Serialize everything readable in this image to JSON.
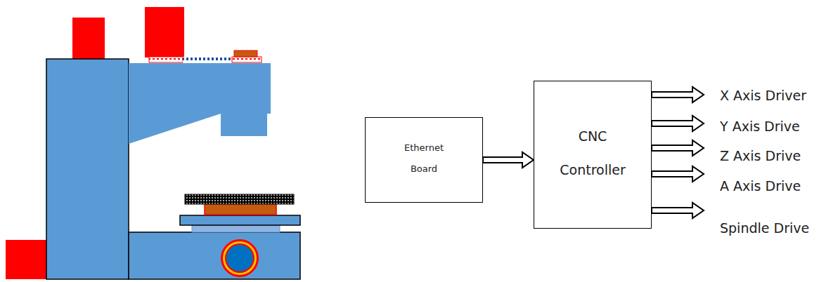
{
  "diagram": {
    "nodes": [
      {
        "text": [
          "Ethernet Board"
        ]
      },
      {
        "text": [
          "CNC Controller"
        ]
      }
    ],
    "edges": [
      {
        "from": 0,
        "to": 1,
        "arrow": "to"
      }
    ],
    "labels": [
      "X Axis Driver",
      "Y Axis Drive",
      "Z Axis Drive",
      "A Axis Drive",
      "Spindle Drive"
    ]
  }
}
